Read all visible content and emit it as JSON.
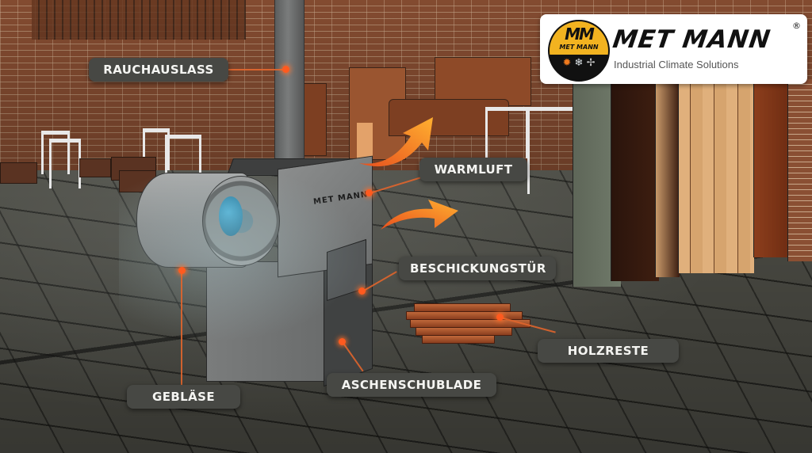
{
  "scene": {
    "description": "Workshop scene with wood-fired industrial air heater",
    "colors": {
      "label_bg": "#474844",
      "label_text": "#f5f5f2",
      "callout_accent": "#ff5a1f",
      "arrow_orange": "#f07a2a",
      "fan_hub_blue": "#2e93bd"
    }
  },
  "logo": {
    "emblem_letters": "MM",
    "emblem_name": "MET MANN",
    "emblem_icons": [
      "sun-icon",
      "snowflake-icon",
      "fan-icon"
    ],
    "title": "MET MANN",
    "registered_mark": "®",
    "subtitle": "Industrial Climate Solutions",
    "accent_color": "#f2b320"
  },
  "heater": {
    "brand_plate": "MET MANN"
  },
  "callouts": [
    {
      "id": "rauchauslass",
      "label": "RAUCHAUSLASS",
      "meaning": "smoke outlet"
    },
    {
      "id": "warmluft",
      "label": "WARMLUFT",
      "meaning": "warm air"
    },
    {
      "id": "beschickungstuer",
      "label": "BESCHICKUNGSTÜR",
      "meaning": "feed door"
    },
    {
      "id": "holzreste",
      "label": "HOLZRESTE",
      "meaning": "wood scraps"
    },
    {
      "id": "aschenschublade",
      "label": "ASCHENSCHUBLADE",
      "meaning": "ash drawer"
    },
    {
      "id": "geblaese",
      "label": "GEBLÄSE",
      "meaning": "blower"
    }
  ]
}
